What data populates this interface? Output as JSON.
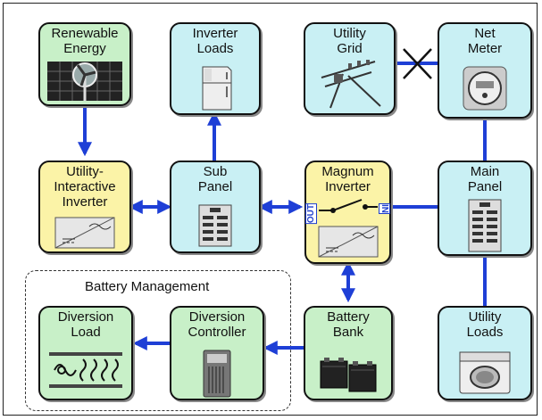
{
  "title": "",
  "colors": {
    "wire": "#1e3fd6",
    "cyan": "#c9f0f4",
    "yellow": "#fbf3a7",
    "green": "#c8f0c8"
  },
  "group": {
    "label": "Battery Management"
  },
  "nodes": {
    "renewable": {
      "line1": "Renewable",
      "line2": "Energy"
    },
    "inverter_loads": {
      "line1": "Inverter",
      "line2": "Loads"
    },
    "utility_grid": {
      "line1": "Utility",
      "line2": "Grid"
    },
    "net_meter": {
      "line1": "Net",
      "line2": "Meter"
    },
    "utility_interactive": {
      "line1": "Utility-",
      "line2": "Interactive",
      "line3": "Inverter"
    },
    "sub_panel": {
      "line1": "Sub",
      "line2": "Panel"
    },
    "magnum": {
      "line1": "Magnum",
      "line2": "Inverter",
      "out_label": "OUT",
      "in_label": "IN"
    },
    "main_panel": {
      "line1": "Main",
      "line2": "Panel"
    },
    "diversion_load": {
      "line1": "Diversion",
      "line2": "Load"
    },
    "diversion_controller": {
      "line1": "Diversion",
      "line2": "Controller"
    },
    "battery_bank": {
      "line1": "Battery",
      "line2": "Bank"
    },
    "utility_loads": {
      "line1": "Utility",
      "line2": "Loads"
    }
  }
}
